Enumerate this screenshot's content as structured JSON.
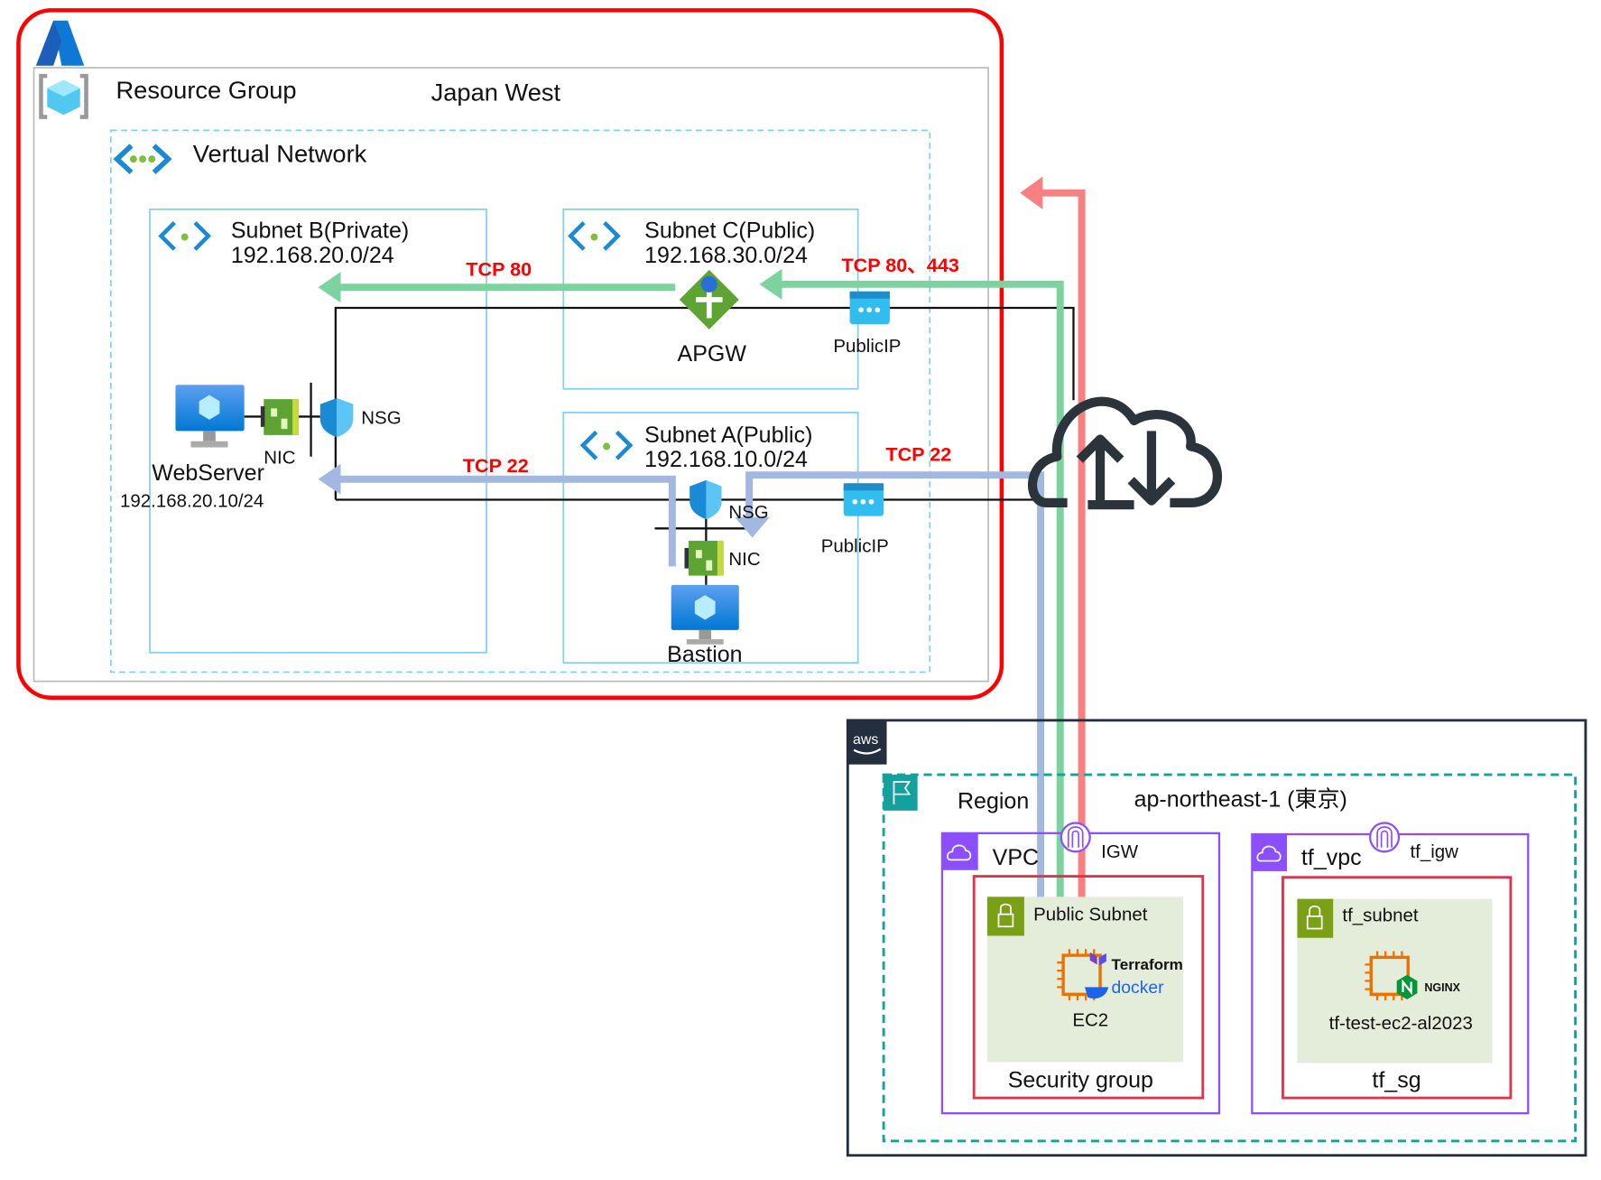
{
  "azure": {
    "resource_group_label": "Resource Group",
    "region_label": "Japan West",
    "vnet_label": "Vertual Network",
    "subnet_b": {
      "name": "Subnet B(Private)",
      "cidr": "192.168.20.0/24"
    },
    "subnet_c": {
      "name": "Subnet C(Public)",
      "cidr": "192.168.30.0/24"
    },
    "subnet_a": {
      "name": "Subnet A(Public)",
      "cidr": "192.168.10.0/24"
    },
    "apgw_label": "APGW",
    "publicip_c_label": "PublicIP",
    "publicip_a_label": "PublicIP",
    "webserver": {
      "name": "WebServer",
      "ip": "192.168.20.10/24",
      "nic": "NIC",
      "nsg": "NSG"
    },
    "bastion": {
      "name": "Bastion",
      "nic": "NIC",
      "nsg": "NSG"
    }
  },
  "flows": {
    "tcp80_internal": "TCP 80",
    "tcp80_443": "TCP 80、443",
    "tcp22_internal": "TCP 22",
    "tcp22_external": "TCP 22",
    "colors": {
      "http": "#7dd3a0",
      "ssh": "#a3b8e0",
      "outbound": "#f88080",
      "label": "#ff0000"
    }
  },
  "aws": {
    "logo": "aws",
    "region_label": "Region",
    "region_name": "ap-northeast-1 (東京)",
    "vpc1": {
      "name": "VPC",
      "igw": "IGW",
      "sg": "Security group",
      "subnet": "Public Subnet",
      "instance": "EC2",
      "tools": [
        "Terraform",
        "docker"
      ]
    },
    "vpc2": {
      "name": "tf_vpc",
      "igw": "tf_igw",
      "sg": "tf_sg",
      "subnet": "tf_subnet",
      "instance": "tf-test-ec2-al2023",
      "tools": [
        "NGINX"
      ]
    }
  }
}
